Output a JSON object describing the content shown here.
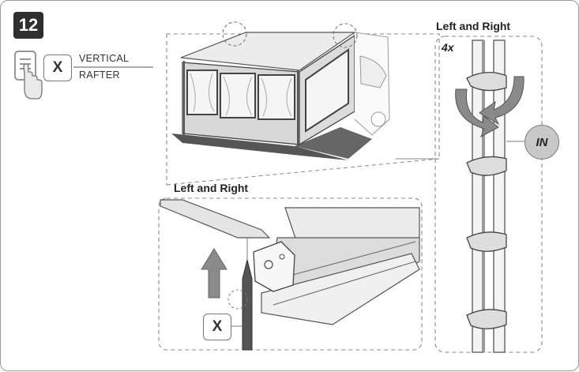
{
  "step_number": "12",
  "legend": {
    "x_label": "X",
    "line1": "VERTICAL",
    "line2": "RAFTER"
  },
  "panel_right": {
    "title": "Left and Right",
    "count": "4x",
    "badge": "IN"
  },
  "panel_bottom": {
    "title": "Left and Right",
    "x_label": "X"
  },
  "icons": [
    "document-icon",
    "hand-pointer-icon",
    "arrow-up-icon",
    "curved-arrow-icon"
  ],
  "colors": {
    "badge_fill": "#c8c8c8",
    "arrow_fill": "#8a8a8a",
    "step_bg": "#2e2e2e"
  }
}
